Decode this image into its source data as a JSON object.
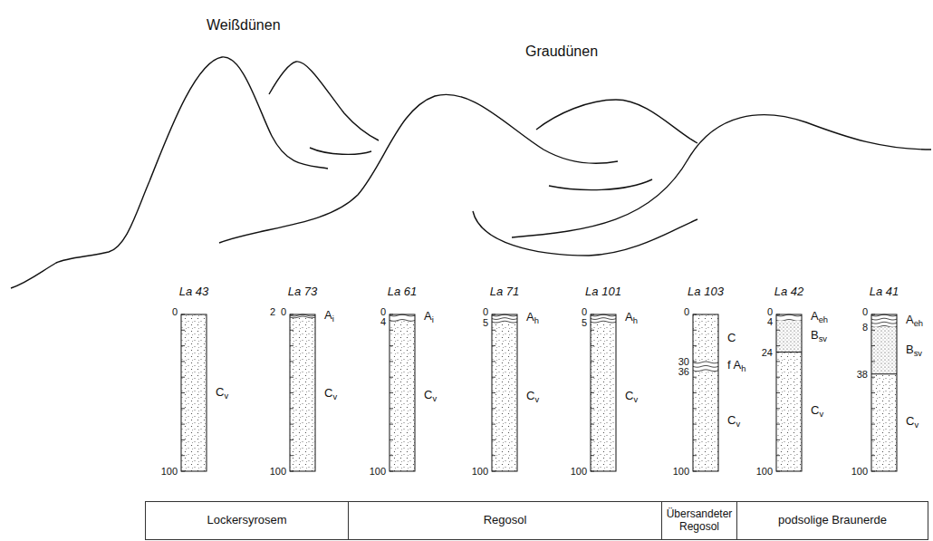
{
  "diagram": {
    "nodes": [
      {
        "text": [
          "Lockersyrosem"
        ]
      },
      {
        "text": [
          "Regosol"
        ]
      },
      {
        "text": [
          "Übersandeter Regosol"
        ]
      },
      {
        "text": [
          "podsolige Braunerde"
        ]
      }
    ],
    "labels": [
      "Weißdünen",
      "Graudünen",
      "La 43",
      "0",
      "Cv",
      "100",
      "La 73",
      "2",
      "0",
      "Ai",
      "Cv",
      "100",
      "La 61",
      "0",
      "4",
      "Ai",
      "Cv",
      "100",
      "La 71",
      "0",
      "5",
      "Ah",
      "Cv",
      "100",
      "La 101",
      "0",
      "5",
      "Ah",
      "Cv",
      "100",
      "La 103",
      "0",
      "30",
      "36",
      "C",
      "f Ah",
      "Cv",
      "100",
      "La 42",
      "0",
      "4",
      "24",
      "Aeh",
      "Bsv",
      "Cv",
      "100",
      "La 41",
      "0",
      "8",
      "38",
      "Aeh",
      "Bsv",
      "Cv",
      "100"
    ]
  }
}
